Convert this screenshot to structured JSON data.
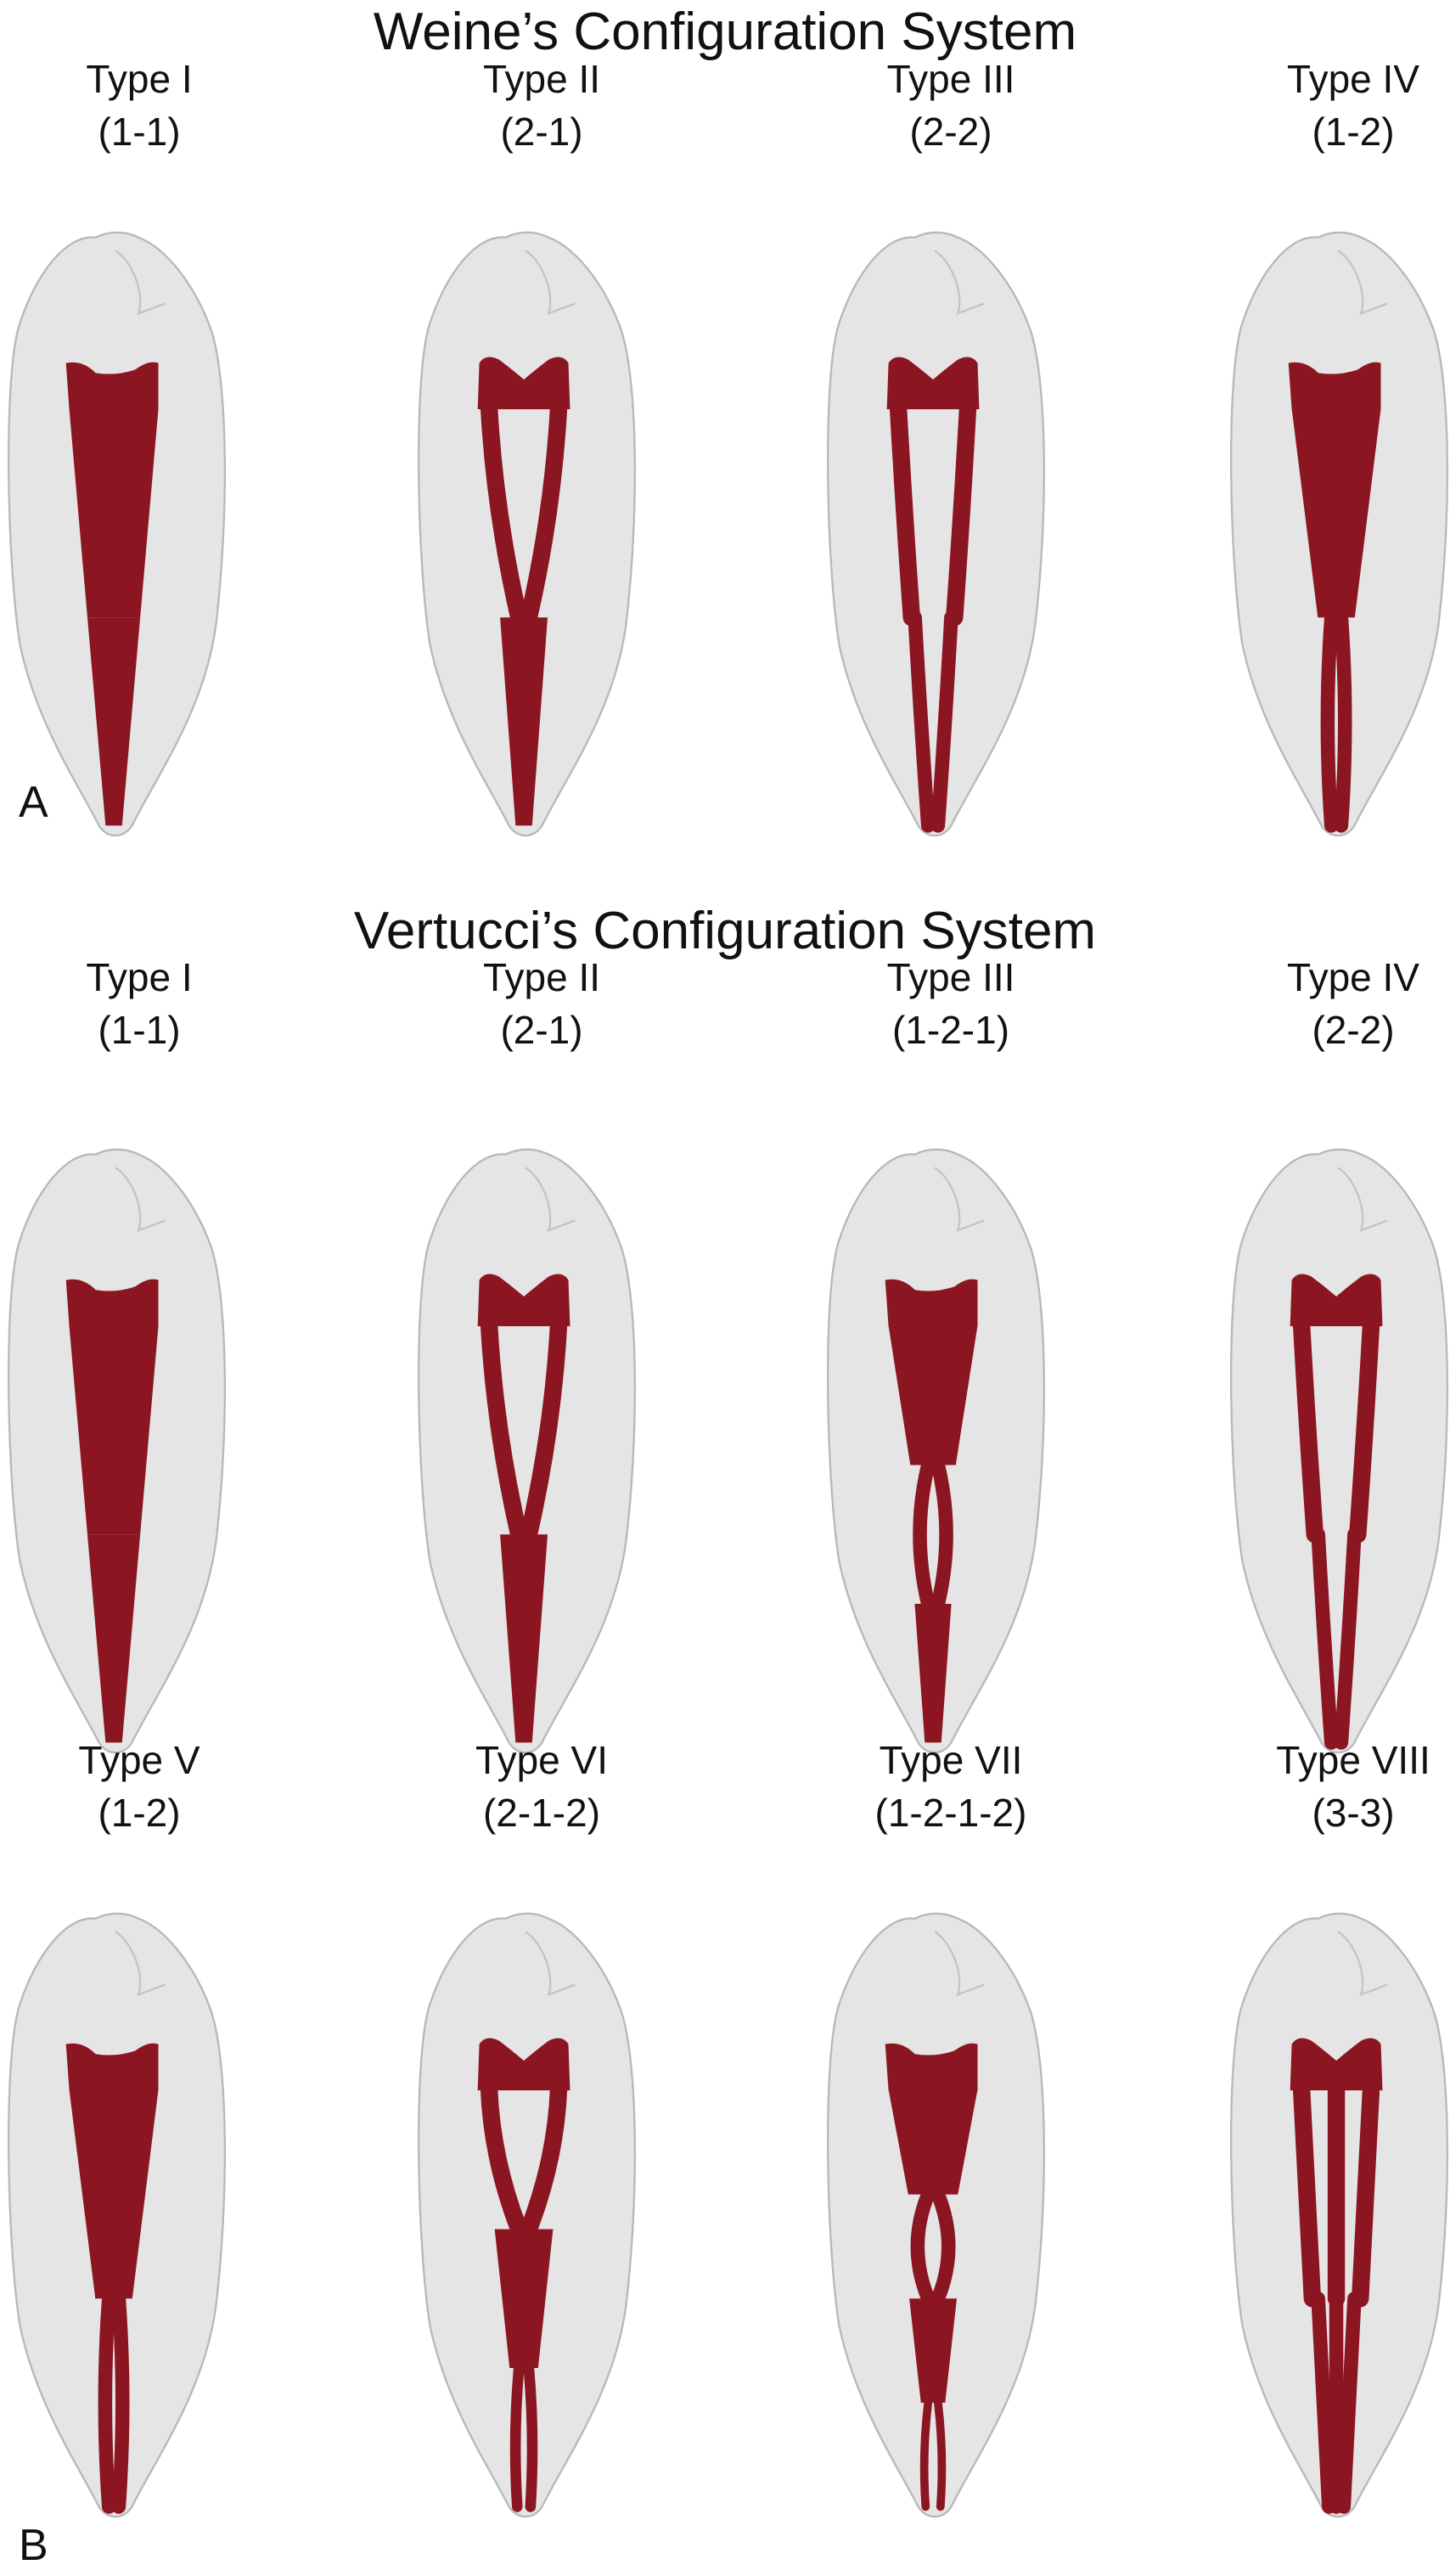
{
  "colors": {
    "canal": "#8b1520",
    "tooth_fill": "#e5e5e5",
    "tooth_edge": "#b8b8b8"
  },
  "panels": [
    {
      "letter": "A",
      "title": "Weine’s Configuration System",
      "rows": [
        [
          {
            "type": "Type I",
            "config": "(1-1)"
          },
          {
            "type": "Type II",
            "config": "(2-1)"
          },
          {
            "type": "Type III",
            "config": "(2-2)"
          },
          {
            "type": "Type  IV",
            "config": "(1-2)"
          }
        ]
      ]
    },
    {
      "letter": "B",
      "title": "Vertucci’s Configuration System",
      "rows": [
        [
          {
            "type": "Type I",
            "config": "(1-1)"
          },
          {
            "type": "Type II",
            "config": "(2-1)"
          },
          {
            "type": "Type III",
            "config": "(1-2-1)"
          },
          {
            "type": "Type  IV",
            "config": "(2-2)"
          }
        ],
        [
          {
            "type": "Type V",
            "config": "(1-2)"
          },
          {
            "type": "Type VI",
            "config": "(2-1-2)"
          },
          {
            "type": "Type VII",
            "config": "(1-2-1-2)"
          },
          {
            "type": "Type  VIII",
            "config": "(3-3)"
          }
        ]
      ]
    }
  ]
}
